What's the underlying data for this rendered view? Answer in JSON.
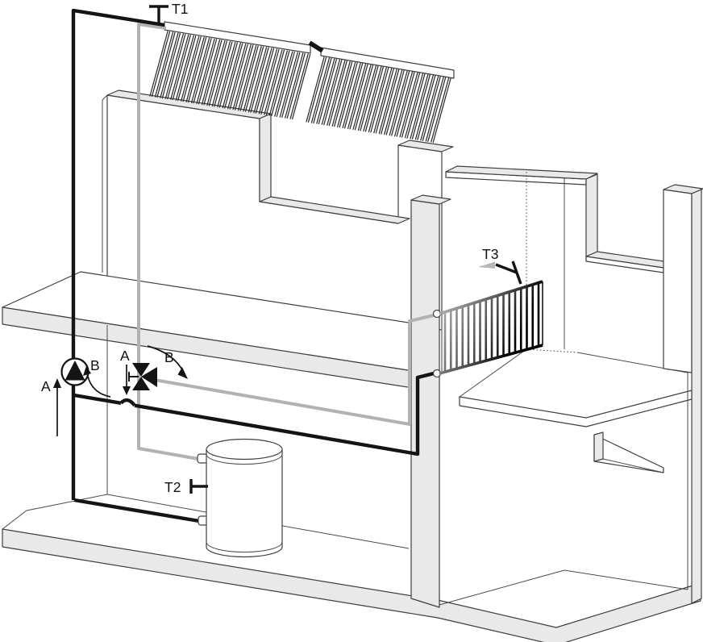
{
  "labels": {
    "t1": "T1",
    "t2": "T2",
    "t3": "T3",
    "pump_flow_a": "A",
    "pump_flow_b": "B",
    "valve_port_a": "A",
    "valve_port_b": "B"
  },
  "icons": {
    "pump": "pump-icon",
    "valve": "three-way-valve-icon",
    "sensor_t1": "temperature-sensor-icon",
    "sensor_t2": "temperature-sensor-icon",
    "sensor_t3": "temperature-sensor-icon"
  },
  "colors": {
    "pipe_supply_gray": "#b2b2b2",
    "pipe_return_black": "#141414",
    "structure_fill": "#e9e9e9",
    "structure_stroke": "#3f3f3f",
    "background": "#ffffff"
  }
}
